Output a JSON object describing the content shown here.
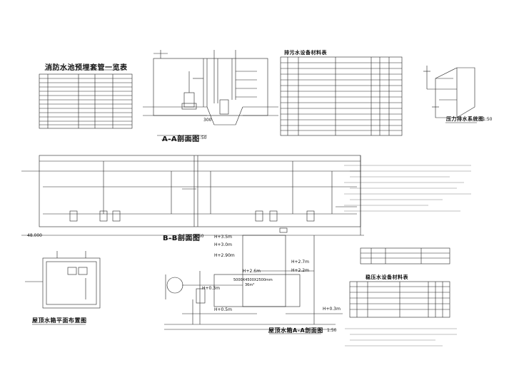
{
  "tables": {
    "fire_pool_pipes": {
      "title": "消防水池预埋套管一览表"
    },
    "drainage_equipment": {
      "title": "排污水设备材料表"
    },
    "pressure_equipment": {
      "title": "稳压水设备材料表"
    }
  },
  "sections": {
    "aa": {
      "title": "A-A剖面图",
      "scale": "1:50",
      "dim": "300"
    },
    "bb": {
      "title": "B-B剖面图",
      "scale": "1:50"
    },
    "roof_plan": {
      "title": "屋顶水箱平面布置图"
    },
    "roof_aa": {
      "title": "屋顶水箱A-A剖面图",
      "scale": "1:50"
    },
    "pressure_detail": {
      "title": "压力排水系统图",
      "scale": "1:50"
    }
  },
  "elevations": {
    "ground": "48.000",
    "h35": "H+3.5m",
    "h30": "H+3.0m",
    "h29": "H+2.90m",
    "h26": "H+2.6m",
    "h27": "H+2.7m",
    "h22": "H+2.2m",
    "h03": "H+0.3m",
    "h05": "H+0.5m",
    "h_right": "H+0.3m",
    "tank_dim": "5000X4500X2500mm",
    "tank_vol": "36m³"
  }
}
